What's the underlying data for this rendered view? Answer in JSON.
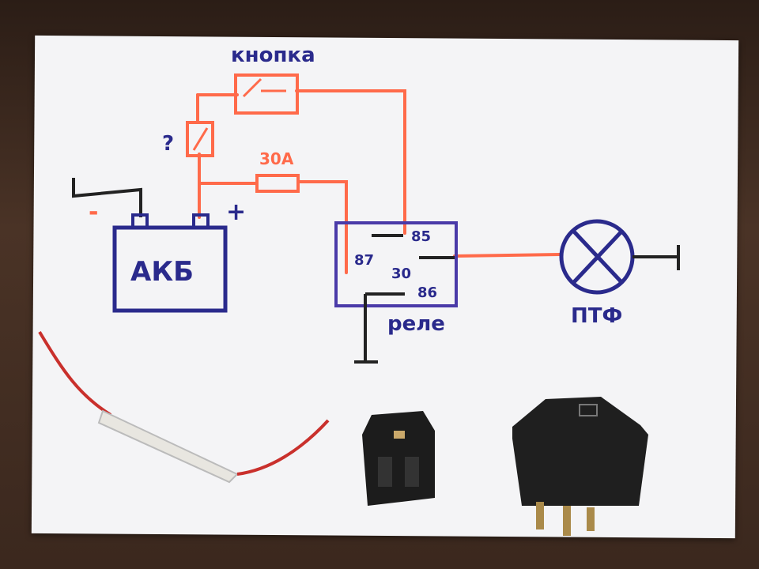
{
  "labels": {
    "button": "кнопка",
    "fuse_rating": "30А",
    "battery": "АКБ",
    "minus": "-",
    "plus": "+",
    "relay": "реле",
    "lamp": "ПТФ",
    "pin_85": "85",
    "pin_87": "87",
    "pin_30": "30",
    "pin_86": "86"
  },
  "colors": {
    "ink_blue": "#2a2a8c",
    "ink_red": "#ff6a4a",
    "ink_black": "#222222",
    "paper": "#f4f4f6"
  }
}
